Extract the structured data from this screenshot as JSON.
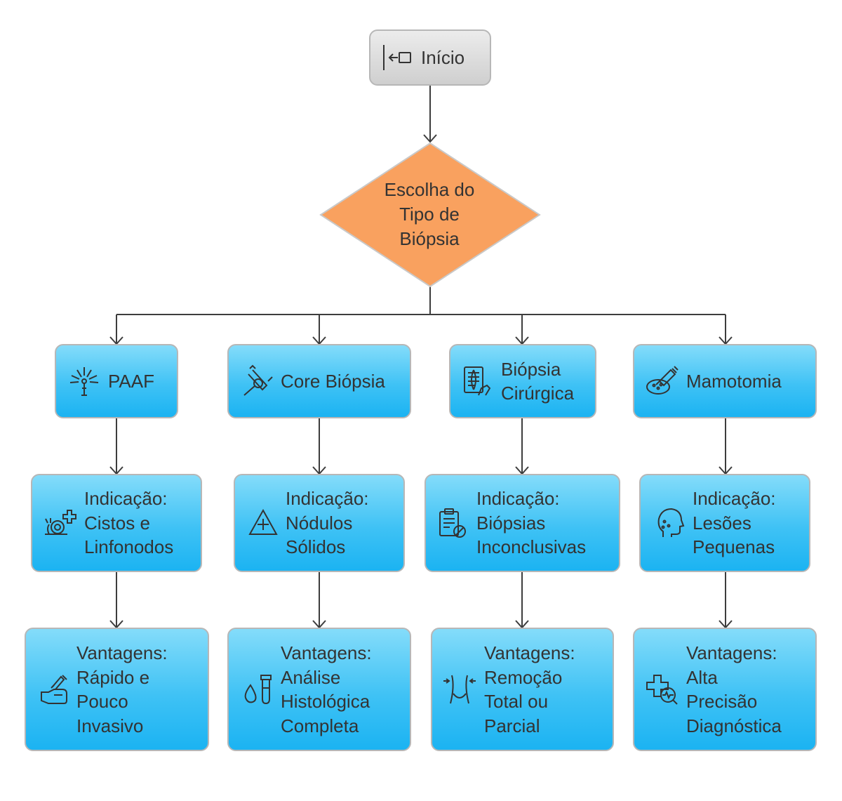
{
  "start": {
    "label": "Início",
    "icon": "exit-arrow-icon"
  },
  "decision": {
    "label": "Escolha do\nTipo de\nBiópsia",
    "fill": "#f9a15f"
  },
  "colors": {
    "box": "#3fc2f5",
    "border": "#b7b7b7",
    "text": "#333333",
    "connector": "#3d3d3d"
  },
  "columns": [
    {
      "type": {
        "label": "PAAF",
        "icon": "fine-needle-spray-icon"
      },
      "indication": {
        "label": "Indicação:\nCistos e\nLinfonodos",
        "icon": "snail-medical-cross-icon"
      },
      "advantages": {
        "label": "Vantagens:\nRápido e\nPouco\nInvasivo",
        "icon": "hand-syringe-icon"
      }
    },
    {
      "type": {
        "label": "Core Biópsia",
        "icon": "needle-probe-icon"
      },
      "indication": {
        "label": "Indicação:\nNódulos\nSólidos",
        "icon": "warning-triangle-plus-icon"
      },
      "advantages": {
        "label": "Vantagens:\nAnálise\nHistológica\nCompleta",
        "icon": "drop-test-tube-icon"
      }
    },
    {
      "type": {
        "label": "Biópsia\nCirúrgica",
        "icon": "surgical-document-hand-icon"
      },
      "indication": {
        "label": "Indicação:\nBiópsias\nInconclusivas",
        "icon": "clipboard-blocked-icon"
      },
      "advantages": {
        "label": "Vantagens:\nRemoção\nTotal ou\nParcial",
        "icon": "torso-resize-icon"
      }
    },
    {
      "type": {
        "label": "Mamotomia",
        "icon": "vacuum-syringe-icon"
      },
      "indication": {
        "label": "Indicação:\nLesões\nPequenas",
        "icon": "head-profile-icon"
      },
      "advantages": {
        "label": "Vantagens:\nAlta\nPrecisão\nDiagnóstica",
        "icon": "medical-cross-diagnosis-icon"
      }
    }
  ]
}
